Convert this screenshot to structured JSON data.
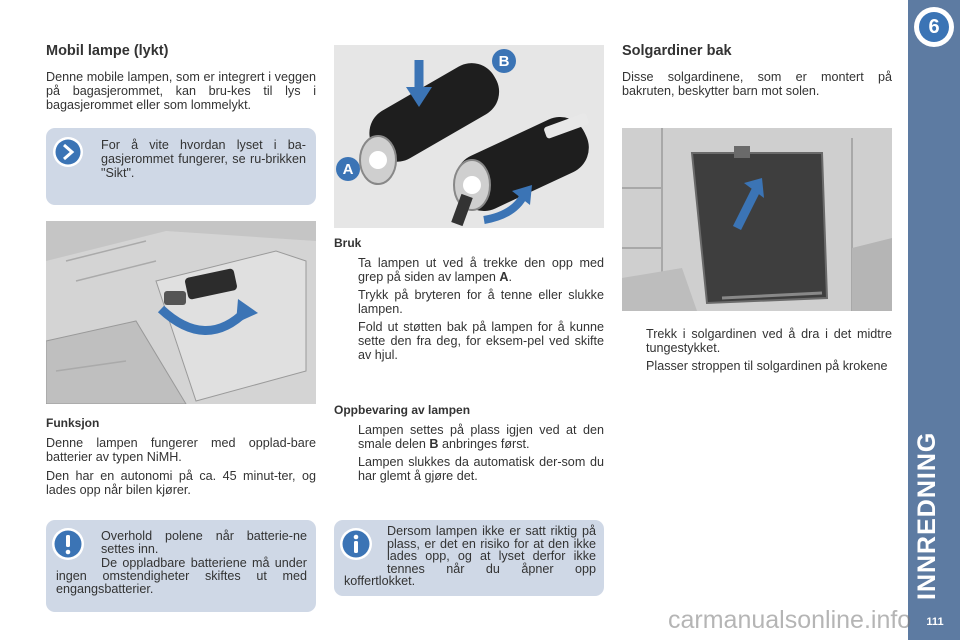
{
  "left": {
    "title": "Mobil lampe (lykt)",
    "intro": "Denne mobile lampen, som er integrert i veggen på bagasjerommet, kan bru-kes til lys i bagasjerommet eller som lommelykt.",
    "see_box": "For å vite hvordan lyset i ba-gasjerommet fungerer, se ru-brikken \"Sikt\".",
    "funksjon_title": "Funksjon",
    "funksjon_p1": "Denne lampen fungerer med opplad-bare batterier av typen NiMH.",
    "funksjon_p2": "Den har en autonomi på ca. 45 minut-ter, og lades opp når bilen kjører.",
    "warn_p1": "Overhold polene når batterie-ne settes inn.",
    "warn_p2": "De oppladbare batteriene må under ingen omstendigheter skiftes ut med engangsbatterier."
  },
  "middle": {
    "label_a": "A",
    "label_b": "B",
    "bruk_title": "Bruk",
    "bruk_items": [
      {
        "text": "Ta lampen ut ved å trekke den opp med grep på siden av lampen ",
        "bold": "A",
        "tail": "."
      },
      {
        "text": "Trykk på bryteren for å tenne eller slukke lampen."
      },
      {
        "text": "Fold ut støtten bak på lampen for å kunne sette den fra deg, for eksem-pel ved skifte av hjul."
      }
    ],
    "oppb_title": "Oppbevaring av lampen",
    "oppb_item_pre": "Lampen settes på plass igjen ved at den smale delen ",
    "oppb_item_bold": "B",
    "oppb_item_post": " anbringes først.",
    "oppb_note": "Lampen slukkes da automatisk der-som du har glemt å gjøre det.",
    "info_box": "Dersom lampen ikke er satt riktig på plass, er det en risiko for at den ikke lades opp, og at lyset derfor ikke tennes når du åpner opp koffertlokket."
  },
  "right": {
    "title": "Solgardiner bak",
    "intro": "Disse solgardinene, som er montert på bakruten, beskytter barn mot solen.",
    "items": [
      "Trekk i solgardinen ved å dra i det midtre tungestykket.",
      "Plasser stroppen til solgardinen på krokene"
    ]
  },
  "sidebar": {
    "chapter": "6",
    "section": "INNREDNING",
    "page": "111"
  },
  "bullet_glyph": "",
  "watermark": "carmanualsonline.info",
  "colors": {
    "box_bg": "#cfd8e6",
    "sidebar": "#5d7ba2",
    "accent_blue": "#3b74b5"
  }
}
